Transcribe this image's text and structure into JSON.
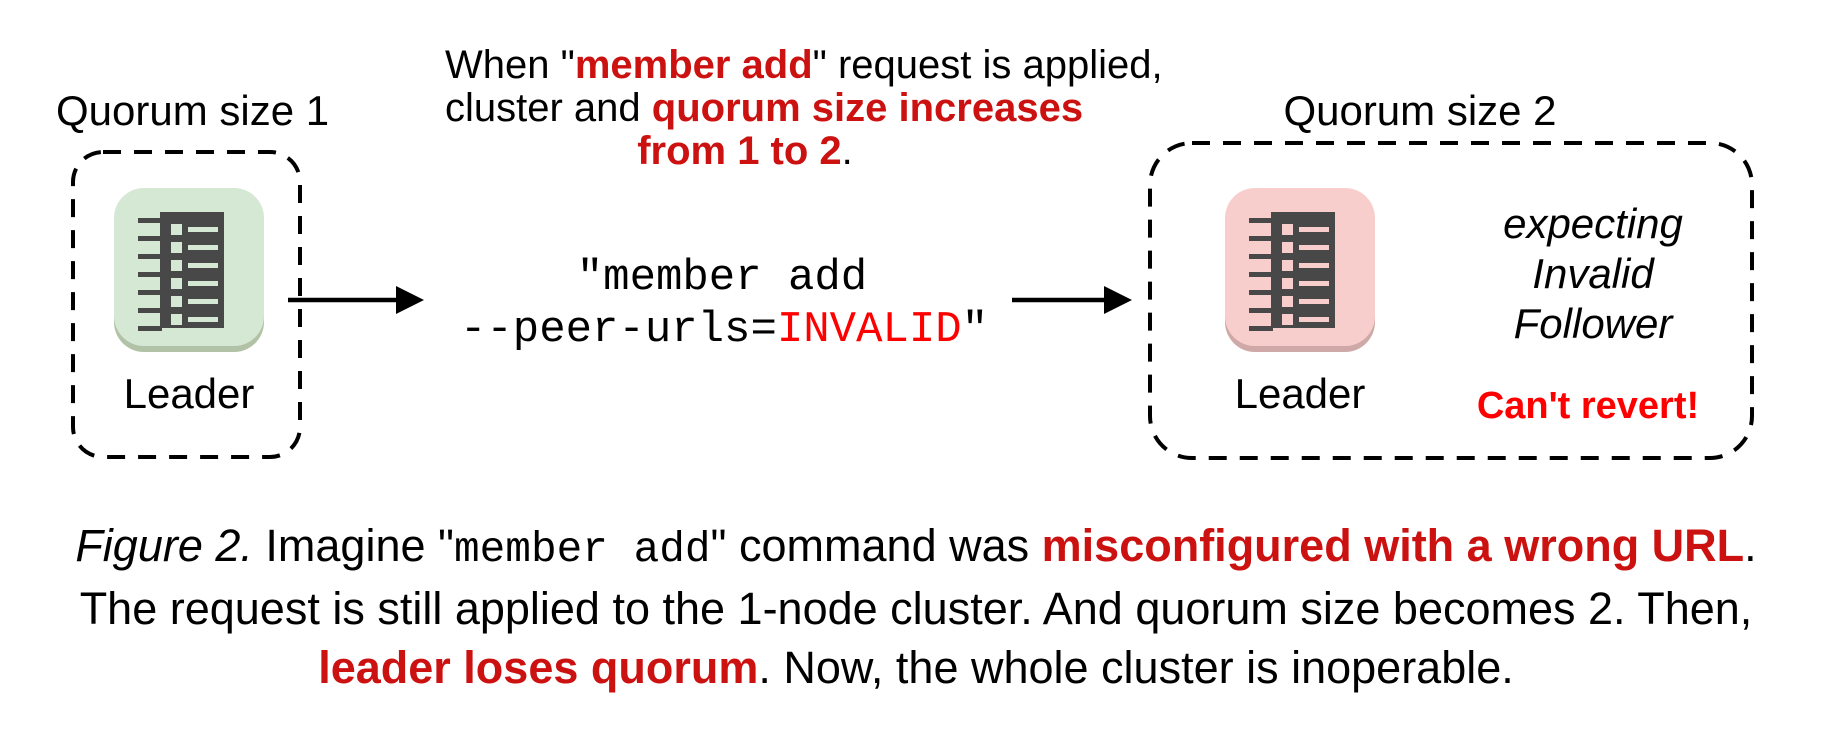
{
  "colors": {
    "emphasis_red": "#cc1111",
    "alert_red": "#ff0000",
    "healthy_node_green": "#d5e8d4",
    "broken_node_pink": "#f8cecc",
    "icon_glyph_gray": "#484848",
    "text_black": "#000000"
  },
  "left_cluster": {
    "title": "Quorum size 1",
    "node_label": "Leader"
  },
  "annotation": {
    "l1_pre": "When \"",
    "l1_em": "member add",
    "l1_post": "\" request is applied,",
    "l2_pre": "cluster and ",
    "l2_em": "quorum size increases",
    "l3_em": "from 1 to 2",
    "l3_post": "."
  },
  "command": {
    "line1": "\"member add",
    "line2_pre": "--peer-urls=",
    "line2_em": "INVALID",
    "line2_post": "\""
  },
  "right_cluster": {
    "title": "Quorum size 2",
    "node_label": "Leader",
    "status_line1": "expecting",
    "status_line2": "Invalid",
    "status_line3": "Follower",
    "warning": "Can't revert!"
  },
  "caption": {
    "line1": {
      "figure": "Figure 2.",
      "pre": " Imagine ",
      "quote_open": "\"",
      "code": "member add",
      "quote_close": "\"",
      "mid": " command was ",
      "em": "misconfigured with a wrong URL",
      "end": "."
    },
    "line2": "The request is still applied to the 1-node cluster. And quorum size becomes 2. Then,",
    "line3": {
      "em": "leader loses quorum",
      "rest": ". Now, the whole cluster is inoperable."
    }
  }
}
